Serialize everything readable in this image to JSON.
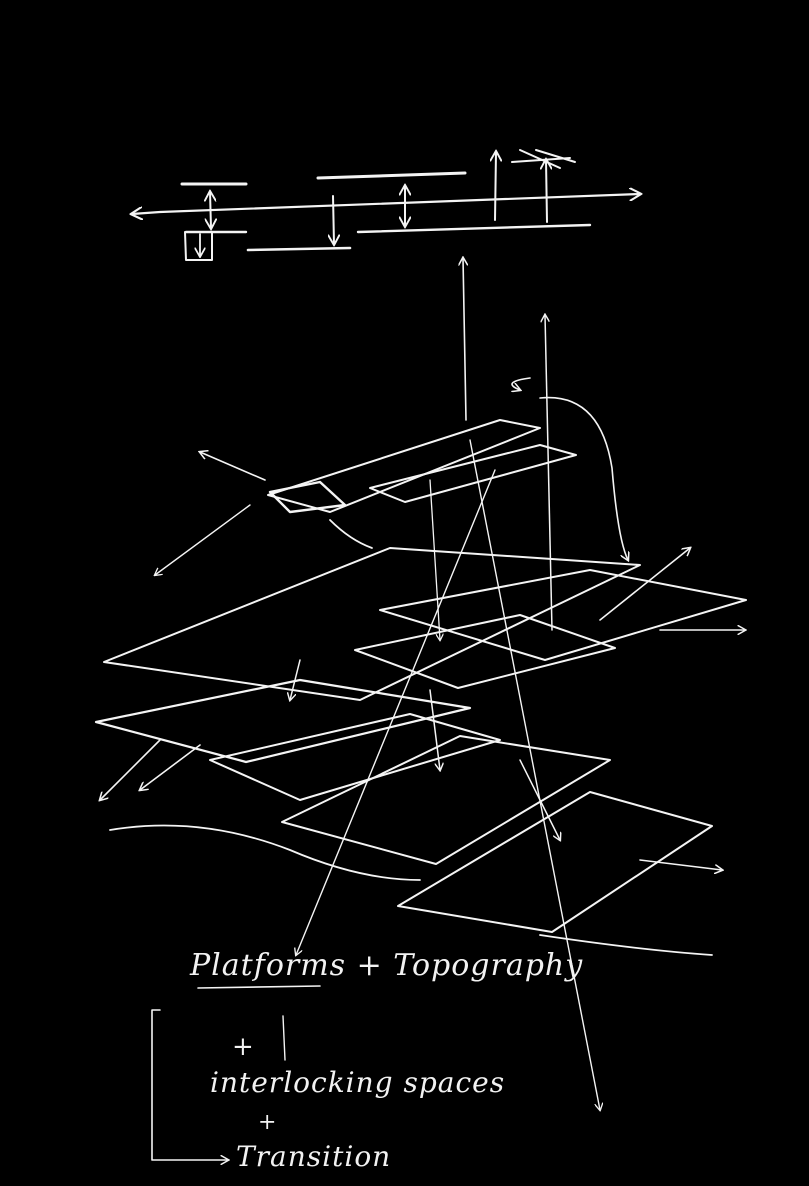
{
  "colors": {
    "background": "#000000",
    "ink": "#f4f4f4"
  },
  "annotations": {
    "platforms": "Platforms + Topography",
    "plus": "+",
    "interlocking": "interlocking spaces",
    "plus2": "+",
    "transition": "Transition"
  }
}
